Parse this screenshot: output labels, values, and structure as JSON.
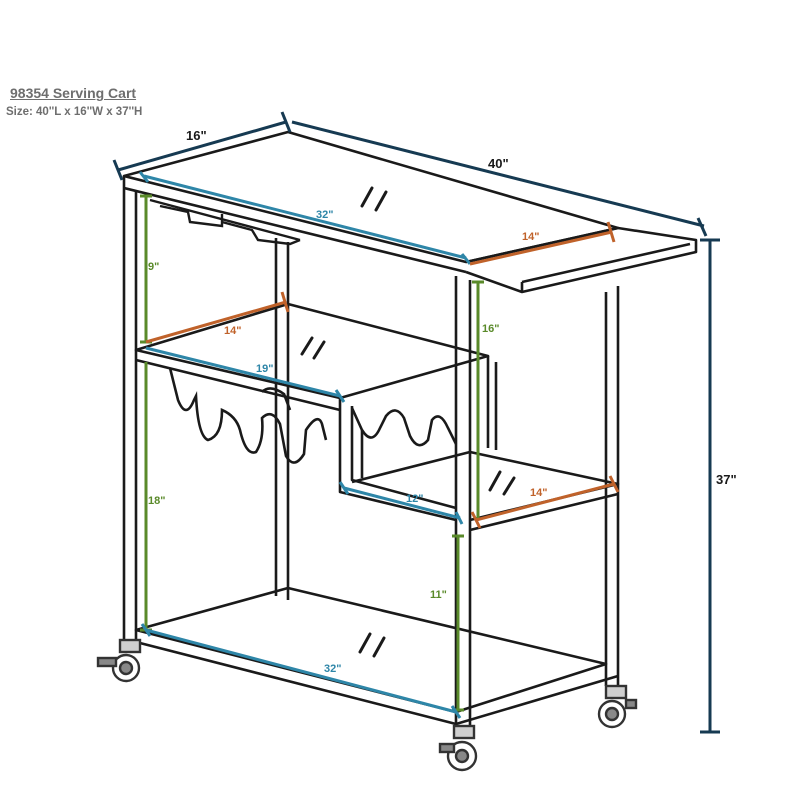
{
  "header": {
    "title": "98354 Serving Cart",
    "size": "Size: 40''L x 16''W x 37''H"
  },
  "colors": {
    "frame": "#1a1a1a",
    "overall": "#163a52",
    "blue": "#2e86a8",
    "orange": "#c0622a",
    "green": "#5a8a2a",
    "wheel": "#444444"
  },
  "dimensions": {
    "width_top": "16\"",
    "length_top": "40\"",
    "height_total": "37\"",
    "top_shelf_length": "32\"",
    "side_tray_depth": "14\"",
    "upper_gap": "9\"",
    "mid_shelf_depth": "14\"",
    "mid_shelf_length": "19\"",
    "right_upper_height": "16\"",
    "step_shelf_length": "12\"",
    "step_shelf_depth": "14\"",
    "left_lower_height": "18\"",
    "right_lower_height": "11\"",
    "bottom_shelf_length": "32\""
  }
}
